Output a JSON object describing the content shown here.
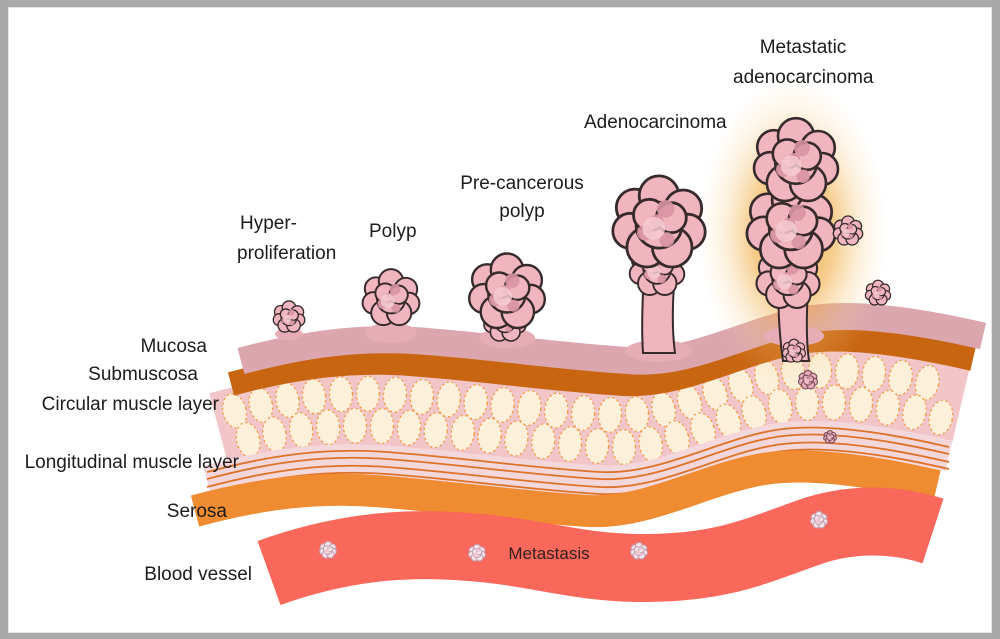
{
  "stages": {
    "hyperproliferation": {
      "line1": "Hyper-",
      "line2": "proliferation"
    },
    "polyp": {
      "label": "Polyp"
    },
    "precancerous": {
      "line1": "Pre-cancerous",
      "line2": "polyp"
    },
    "adenocarcinoma": {
      "label": "Adenocarcinoma"
    },
    "metastatic": {
      "line1": "Metastatic",
      "line2": "adenocarcinoma"
    }
  },
  "wall_layers": [
    {
      "name": "Mucosa",
      "color": "#dba6ae"
    },
    {
      "name": "Submuscosa",
      "color": "#c86511"
    },
    {
      "name": "Circular muscle layer",
      "color": "#f2c5c9"
    },
    {
      "name": "Longitudinal muscle layer",
      "color": "#f4d7db"
    },
    {
      "name": "Serosa",
      "color": "#ef8b30"
    },
    {
      "name": "Blood vessel",
      "color": "#f9685a"
    }
  ],
  "vessel": {
    "label": "Metastasis"
  },
  "colors": {
    "frame_border": "#a9a9a9",
    "background": "#ffffff",
    "text": "#1c1c1c",
    "mucosa": "#dba6ae",
    "submucosa": "#c86511",
    "circular_bg": "#f2c5c9",
    "oval_fill": "#fcf0da",
    "oval_dots": "#ef9c43",
    "long_bg": "#f4d7db",
    "long_lines": "#de7228",
    "serosa": "#ef8b30",
    "vessel_red": "#f9685a",
    "tumor_base": "#f0b5be",
    "tumor_accent": "#d893a2",
    "tumor_light": "#f6cad1",
    "tumor_outline": "#362a2c",
    "mound_pink": "#e7adb6",
    "glow_orange": "#f09a28",
    "met_cell_base": "#f3e6ec",
    "met_cell_outline": "#c59fb1",
    "wall_cell_base": "#e6aebb",
    "wall_cell_outline": "#7a4a56"
  }
}
